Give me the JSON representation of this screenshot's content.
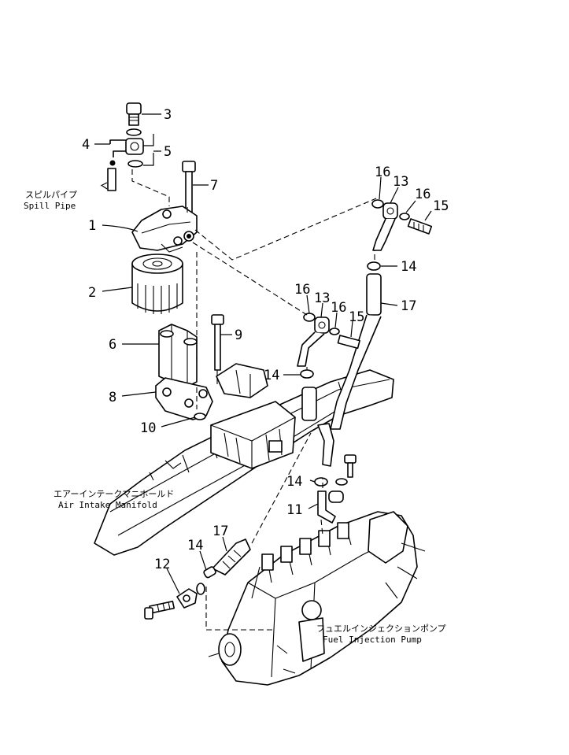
{
  "callouts": {
    "c1": "1",
    "c2": "2",
    "c3": "3",
    "c4": "4",
    "c5": "5",
    "c6": "6",
    "c7": "7",
    "c8": "8",
    "c9": "9",
    "c10": "10",
    "c11": "11",
    "c12": "12",
    "c13a": "13",
    "c13b": "13",
    "c14a": "14",
    "c14b": "14",
    "c14c": "14",
    "c14d": "14",
    "c15a": "15",
    "c15b": "15",
    "c16a": "16",
    "c16b": "16",
    "c16c": "16",
    "c16d": "16",
    "c17a": "17",
    "c17b": "17"
  },
  "labels": {
    "spill_pipe_jp": "スピルパイプ",
    "spill_pipe_en": "Spill Pipe",
    "air_intake_jp": "エアーインテークマニホールド",
    "air_intake_en": "Air Intake Manifold",
    "fuel_pump_jp": "フュエルインジェクションポンプ",
    "fuel_pump_en": "Fuel Injection Pump"
  }
}
